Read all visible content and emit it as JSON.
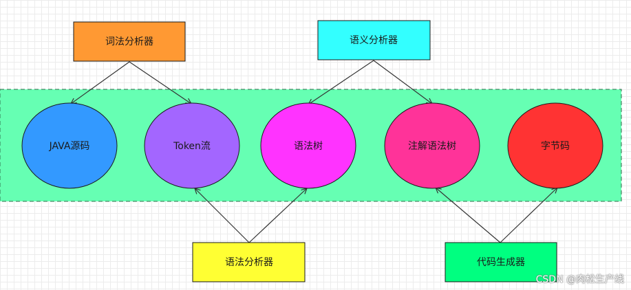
{
  "processors": {
    "lexer": "词法分析器",
    "semantic": "语义分析器",
    "parser": "语法分析器",
    "codegen": "代码生成器"
  },
  "stages": {
    "java_source": "JAVA源码",
    "token_stream": "Token流",
    "syntax_tree": "语法树",
    "annotated_tree": "注解语法树",
    "bytecode": "字节码"
  },
  "colors": {
    "band": "#66ffb3",
    "lexer": "#ff9933",
    "semantic": "#33ffff",
    "parser": "#ffff33",
    "codegen": "#00ff80",
    "java_source": "#3399ff",
    "token_stream": "#a366ff",
    "syntax_tree": "#ff33ff",
    "annotated_tree": "#ff3399",
    "bytecode": "#ff3333"
  },
  "watermark": "CSDN @肉松生产线"
}
